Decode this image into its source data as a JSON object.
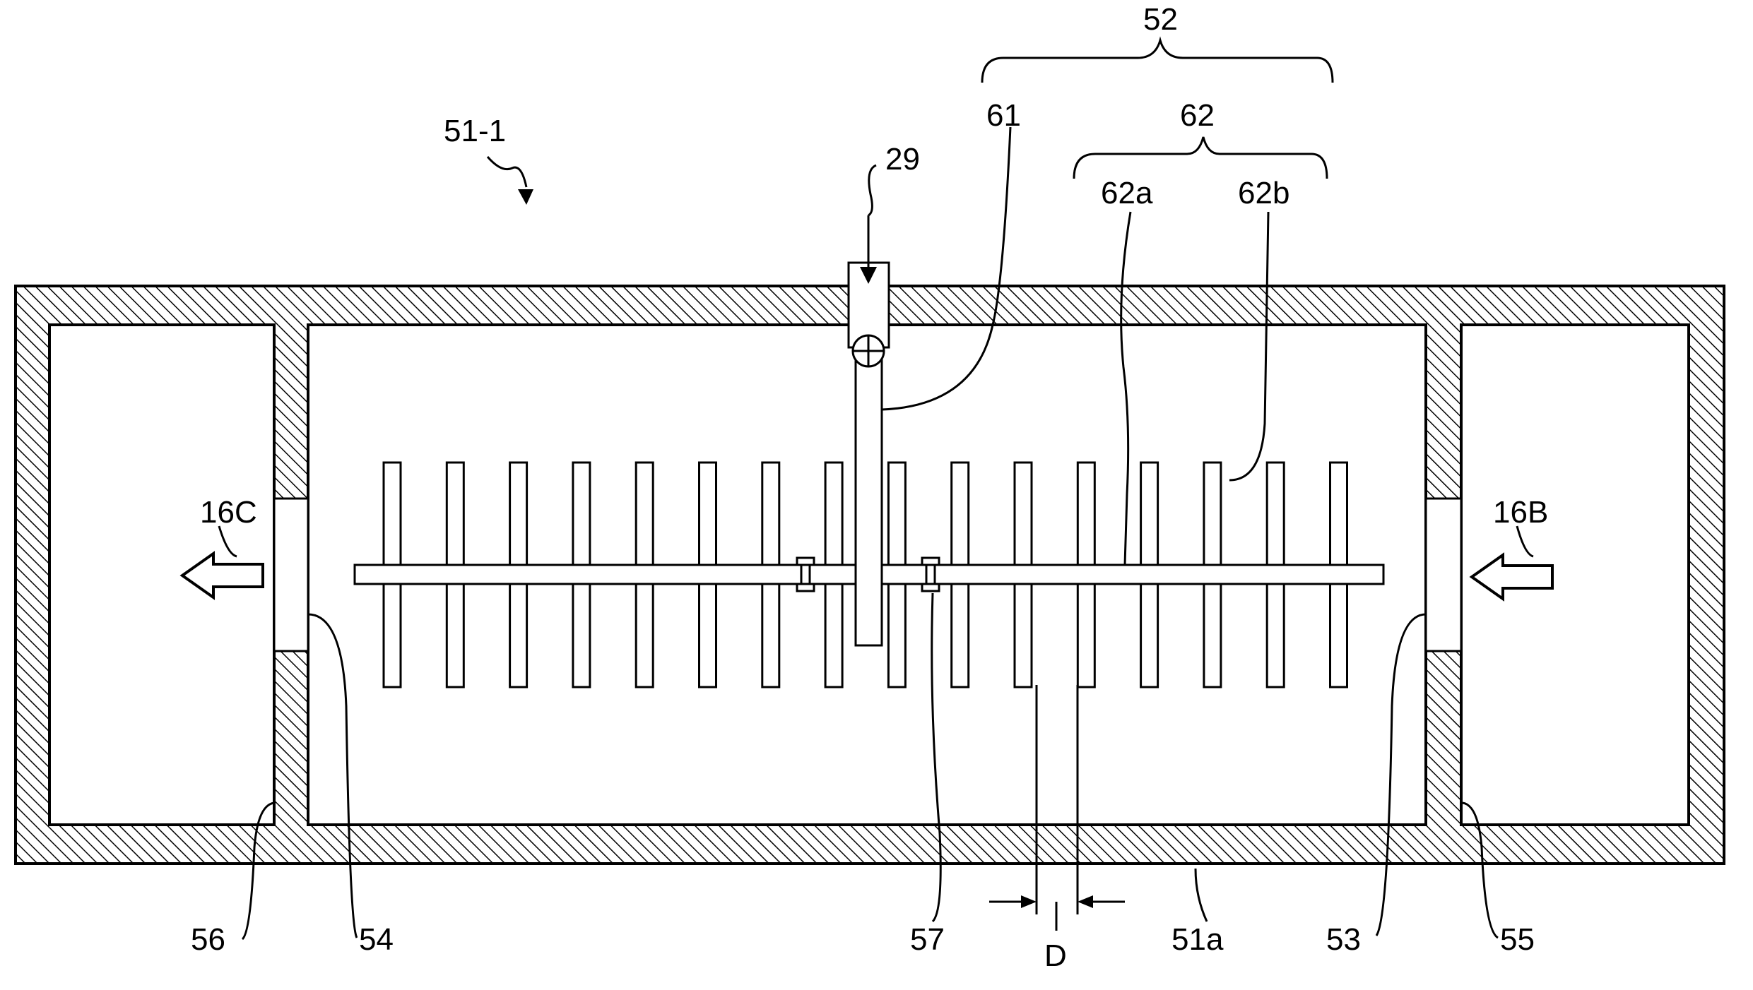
{
  "labels": {
    "unit_51_1": "51-1",
    "group_52": "52",
    "part_61": "61",
    "group_62": "62",
    "part_62a": "62a",
    "part_62b": "62b",
    "part_29": "29",
    "flow_16C": "16C",
    "flow_16B": "16B",
    "part_56": "56",
    "part_54": "54",
    "part_57": "57",
    "dim_D": "D",
    "part_51a": "51a",
    "part_53": "53",
    "part_55": "55"
  },
  "fin_count": 16
}
